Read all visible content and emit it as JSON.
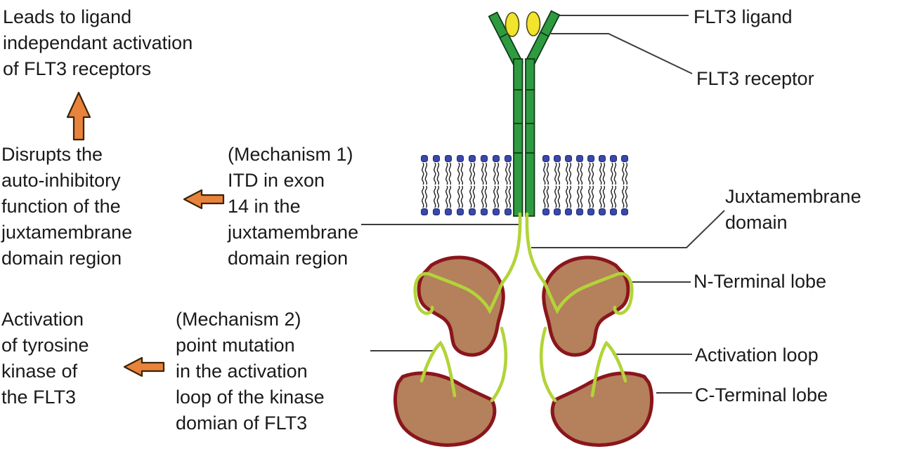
{
  "figure": {
    "annotations": {
      "effect_top": "Leads to ligand\nindependant activation\nof FLT3 receptors",
      "effect_mid": "Disrupts the\nauto-inhibitory\nfunction of the\njuxtamembrane\ndomain region",
      "mechanism1": "(Mechanism 1)\nITD in exon\n14 in the\njuxtamembrane\ndomain region",
      "effect_bottom": "Activation\nof tyrosine\nkinase of\nthe FLT3",
      "mechanism2": "(Mechanism 2)\npoint mutation\nin the activation\nloop of the kinase\ndomian of FLT3"
    },
    "labels": {
      "flt3_ligand": "FLT3 ligand",
      "flt3_receptor": "FLT3 receptor",
      "juxtamembrane_domain": "Juxtamembrane\ndomain",
      "n_terminal_lobe": "N-Terminal lobe",
      "activation_loop": "Activation loop",
      "c_terminal_lobe": "C-Terminal lobe"
    },
    "icons": {
      "up_arrow": "arrow-up",
      "left_arrow_mechanism1": "arrow-left",
      "left_arrow_mechanism2": "arrow-left"
    },
    "colors": {
      "receptor_green": "#2e9b40",
      "receptor_outline": "#113a19",
      "ligand_yellow": "#f2e32c",
      "ligand_outline": "#4a4a18",
      "membrane_blue": "#3a47ab",
      "membrane_head_outline": "#1e2a70",
      "lipid_tail": "#1c1c1c",
      "lobe_brown": "#b5805c",
      "lobe_outline": "#8a161c",
      "loop_lime": "#b2d438",
      "arrow_orange": "#e8833c",
      "arrow_outline": "#3a2408",
      "line_gray": "#3c3c3c",
      "text": "#1a1a1a"
    }
  }
}
